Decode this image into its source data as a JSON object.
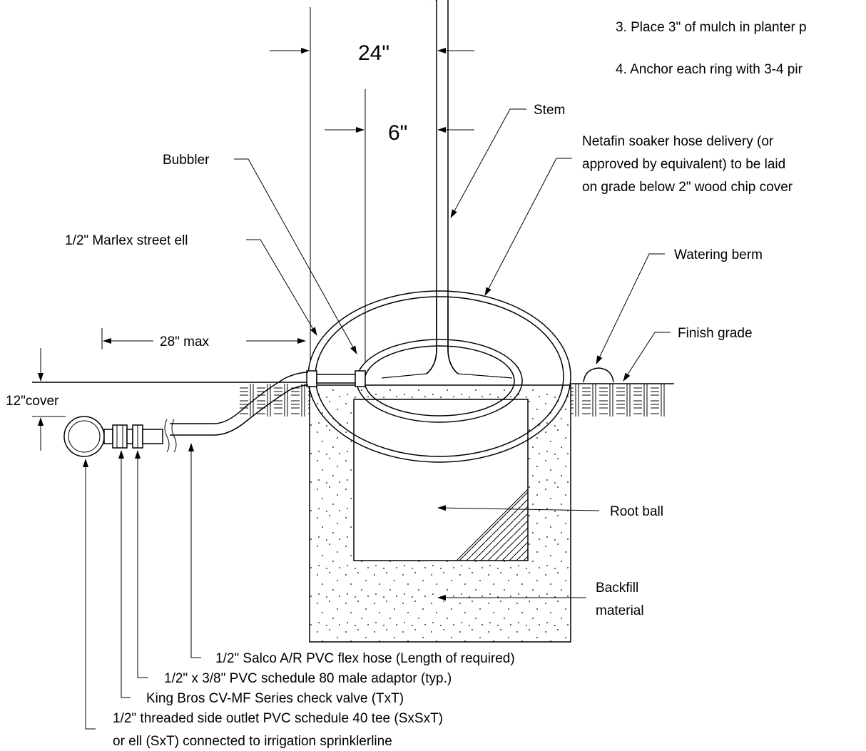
{
  "notes": {
    "note3": "3. Place 3\" of mulch in planter p",
    "note4": "4. Anchor each ring with 3-4 pir"
  },
  "dimensions": {
    "d24": "24\"",
    "d6": "6\"",
    "d28": "28\" max",
    "cover": "12\"cover"
  },
  "labels": {
    "stem": "Stem",
    "netafin_1": "Netafin soaker hose delivery (or",
    "netafin_2": "approved by equivalent) to be laid",
    "netafin_3": "on grade below 2\" wood chip cover",
    "bubbler": "Bubbler",
    "marlex": "1/2\" Marlex street ell",
    "watering_berm": "Watering berm",
    "finish_grade": "Finish grade",
    "root_ball": "Root ball",
    "backfill_1": "Backfill",
    "backfill_2": "material",
    "salco": "1/2\" Salco A/R PVC flex hose (Length of required)",
    "adaptor": "1/2\" x 3/8\" PVC schedule 80 male adaptor (typ.)",
    "check_valve": "King Bros CV-MF Series check valve (TxT)",
    "tee_1": "1/2\" threaded side outlet PVC schedule 40 tee (SxSxT)",
    "tee_2": "or ell (SxT) connected to irrigation sprinklerline"
  }
}
